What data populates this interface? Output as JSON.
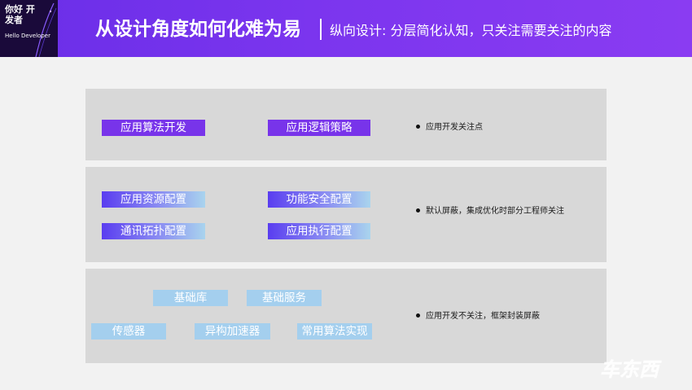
{
  "header": {
    "logo_title": "你好 开发者",
    "logo_sub": "Hello Developer",
    "main_title": "从设计角度如何化难为易",
    "subtitle": "纵向设计: 分层简化认知，只关注需要关注的内容"
  },
  "panels": [
    {
      "tags": [
        "应用算法开发",
        "应用逻辑策略"
      ],
      "note": "应用开发关注点"
    },
    {
      "tags": [
        "应用资源配置",
        "功能安全配置",
        "通讯拓扑配置",
        "应用执行配置"
      ],
      "note": "默认屏蔽，集成优化时部分工程师关注"
    },
    {
      "tags": [
        "基础库",
        "基础服务",
        "传感器",
        "异构加速器",
        "常用算法实现"
      ],
      "note": "应用开发不关注，框架封装屏蔽"
    }
  ],
  "watermark": {
    "text": "车东西"
  },
  "colors": {
    "header_purple": "#7b35ee",
    "tag_purple": "#7834ea",
    "tag_blue": "#a4cfee",
    "panel_gray": "#d8d8d8"
  }
}
